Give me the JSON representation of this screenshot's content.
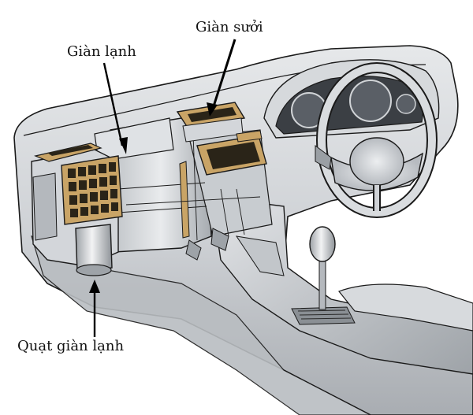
{
  "labels": {
    "evaporator": "Giàn lạnh",
    "heater_core": "Giàn sưởi",
    "evaporator_fan": "Quạt giàn lạnh"
  },
  "colors": {
    "background": "#ffffff",
    "dash_body": "#cfd2d6",
    "dash_shadow": "#8d9196",
    "outline": "#1a1a1a",
    "vent_tan": "#c9a466",
    "vent_dark": "#2a2418",
    "arrow": "#000000"
  }
}
